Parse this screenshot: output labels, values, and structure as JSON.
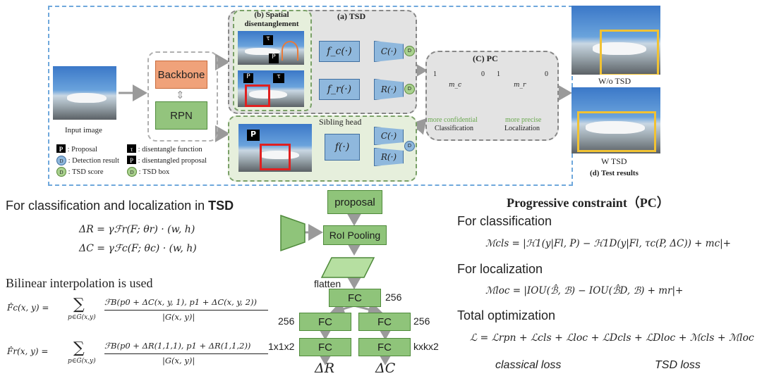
{
  "figure": {
    "tsd_title": "(a) TSD",
    "spatial_title": "(b) Spatial disentanglement",
    "pc_title": "(C) PC",
    "sibling_title": "Sibling head",
    "backbone": "Backbone",
    "rpn": "RPN",
    "input_caption": "Input image",
    "fc_label": "f_c(·)",
    "fr_label": "f_r(·)",
    "f_label": "f(·)",
    "c_label": "C(·)",
    "r_label": "R(·)",
    "pc_left_top": "1",
    "pc_left_zero": "0",
    "pc_right_top": "1",
    "pc_right_zero": "0",
    "pc_mc": "m_c",
    "pc_mr": "m_r",
    "pc_cls_note": "more confidential",
    "pc_cls_label": "Classification",
    "pc_loc_note": "more precise",
    "pc_loc_label": "Localization",
    "wo_tsd": "W/o TSD",
    "w_tsd": "W TSD",
    "test_results": "(d) Test results",
    "legend": [
      {
        "key": "P",
        "text": ": Proposal"
      },
      {
        "key": "τ*",
        "text": ": disentangle function"
      },
      {
        "key": "D",
        "text": ": Detection result"
      },
      {
        "key": "P̂*",
        "text": ": disentangled proposal"
      },
      {
        "key": "D*",
        "text": ": TSD score"
      },
      {
        "key": "D*",
        "text": ": TSD box"
      }
    ]
  },
  "left": {
    "heading_prefix": "For classification and localization in ",
    "heading_bold": "TSD",
    "eq1": "ΔR = γℱr(F; θr) · (w, h)",
    "eq2": "ΔC = γℱc(F; θc) · (w, h)",
    "bilinear": "Bilinear interpolation is used",
    "eq3_lhs": "F̂c(x, y) =",
    "eq3_sum": "p∈G(x,y)",
    "eq3_num": "ℱB(p0 + ΔC(x, y, 1), p1 + ΔC(x, y, 2))",
    "eq3_den": "|G(x, y)|",
    "eq4_lhs": "F̂r(x, y) =",
    "eq4_sum": "p∈G(x,y)",
    "eq4_num": "ℱB(p0 + ΔR(1,1,1), p1 + ΔR(1,1,2))",
    "eq4_den": "|G(x, y)|"
  },
  "middle": {
    "proposal": "proposal",
    "roi": "RoI Pooling",
    "flatten": "flatten",
    "fc_top": "FC",
    "n256_top": "256",
    "fc_left": "FC",
    "fc_right": "FC",
    "n256_left": "256",
    "n256_right": "256",
    "fc_bl": "FC",
    "fc_br": "FC",
    "dim_left": "1x1x2",
    "dim_right": "kxkx2",
    "out_left": "ΔR",
    "out_right": "ΔC"
  },
  "right": {
    "title": "Progressive constraint（PC）",
    "for_cls": "For classification",
    "eq_cls": "ℳcls = |ℋ1(y|Fl, P) − ℋ1D(y|Fl, τc(P, ΔC)) + mc|+",
    "for_loc": "For localization",
    "eq_loc": "ℳloc = |IOU(ℬ̂, ℬ) − IOU(ℬ̂D, ℬ) + mr|+",
    "total": "Total optimization",
    "eq_total": "ℒ = ℒrpn + ℒcls + ℒloc + ℒDcls + ℒDloc + ℳcls + ℳloc",
    "classical": "classical loss",
    "tsd_loss": "TSD loss"
  },
  "colors": {
    "frame_blue": "#6fa8dc",
    "backbone": "#f0a27a",
    "rpn": "#93c47d",
    "box_green": "#8fc47a",
    "box_blue": "#8fb8dd",
    "gray_panel": "#e3e3e3",
    "green_panel": "#e6efdc"
  }
}
